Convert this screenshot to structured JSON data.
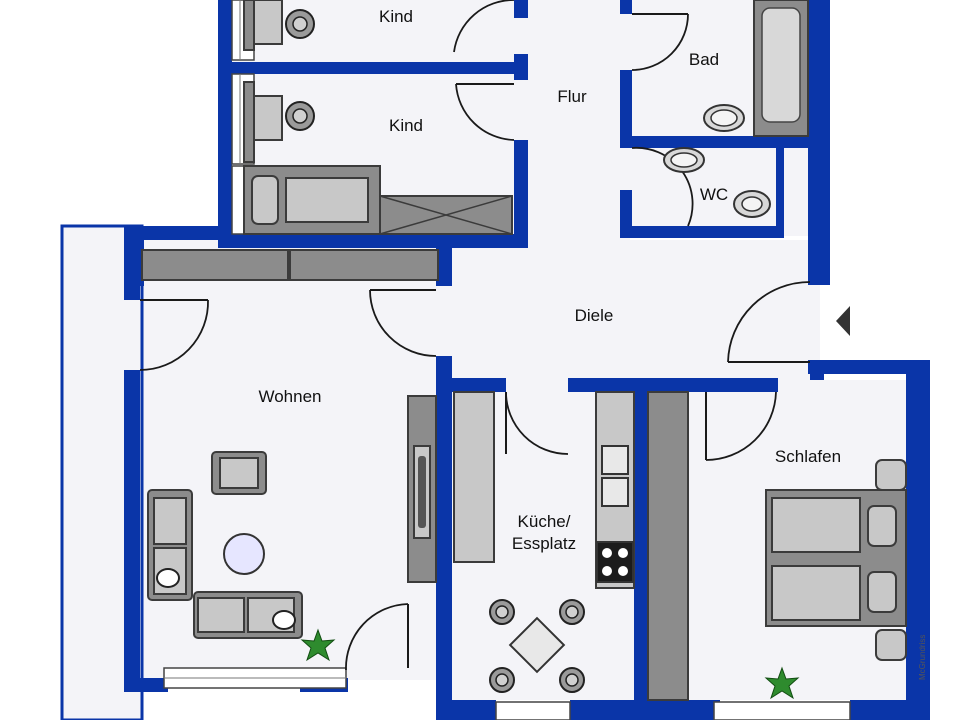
{
  "rooms": {
    "kind_top": "Kind",
    "kind_mid": "Kind",
    "flur": "Flur",
    "bad": "Bad",
    "wc": "WC",
    "diele": "Diele",
    "wohnen": "Wohnen",
    "kueche_line1": "Küche/",
    "kueche_line2": "Essplatz",
    "schlafen": "Schlafen"
  },
  "watermark": "McGrundriss",
  "colors": {
    "wall": "#0a35a8",
    "floor": "#f4f4f8",
    "furniture": "#8c8c8c",
    "plant": "#2e8b2e"
  },
  "icons": [
    "entrance-arrow-icon",
    "plant-icon",
    "chair-icon",
    "sink-icon",
    "toilet-icon",
    "bathtub-icon",
    "stove-icon",
    "bed-icon",
    "table-icon"
  ]
}
